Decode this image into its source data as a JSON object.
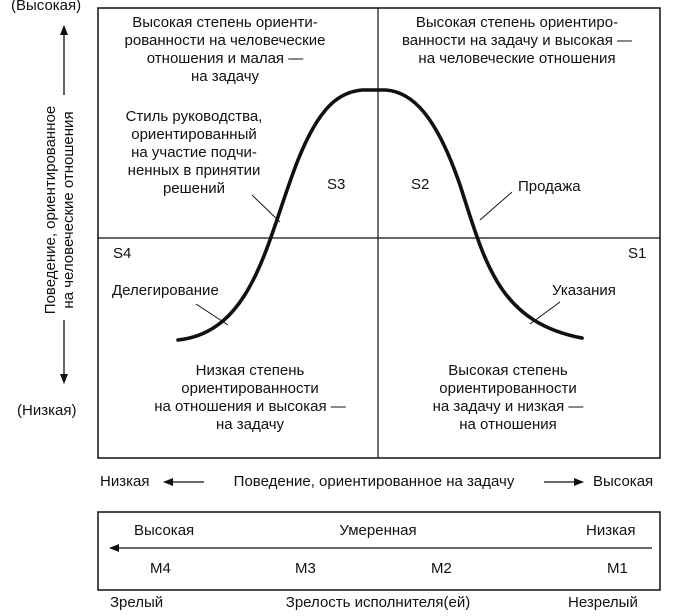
{
  "y_axis": {
    "high": "(Высокая)",
    "low": "(Низкая)",
    "title_line1": "Поведение, ориентированное",
    "title_line2": "на человеческие отношения"
  },
  "quadrants": {
    "top_left": [
      "Высокая степень ориенти-",
      "рованности на человеческие",
      "отношения и малая —",
      "на задачу"
    ],
    "top_right": [
      "Высокая степень ориентиро-",
      "ванности на задачу и высокая —",
      "на человеческие отношения"
    ],
    "bottom_left": [
      "Низкая степень",
      "ориентированности",
      "на отношения и высокая —",
      "на задачу"
    ],
    "bottom_right": [
      "Высокая степень",
      "ориентированности",
      "на задачу и низкая —",
      "на отношения"
    ]
  },
  "participation_note": [
    "Стиль руководства,",
    "ориентированный",
    "на участие подчи-",
    "ненных в принятии",
    "решений"
  ],
  "styles": {
    "s1": "S1",
    "s2": "S2",
    "s3": "S3",
    "s4": "S4",
    "selling": "Продажа",
    "telling": "Указания",
    "delegating": "Делегирование"
  },
  "x_axis": {
    "low": "Низкая",
    "title": "Поведение, ориентированное на задачу",
    "high": "Высокая"
  },
  "maturity": {
    "high": "Высокая",
    "moderate": "Умеренная",
    "low": "Низкая",
    "levels": [
      "M4",
      "M3",
      "M2",
      "M1"
    ],
    "mature": "Зрелый",
    "title": "Зрелость исполнителя(ей)",
    "immature": "Незрелый"
  },
  "colors": {
    "ink": "#111111",
    "background": "#ffffff"
  }
}
